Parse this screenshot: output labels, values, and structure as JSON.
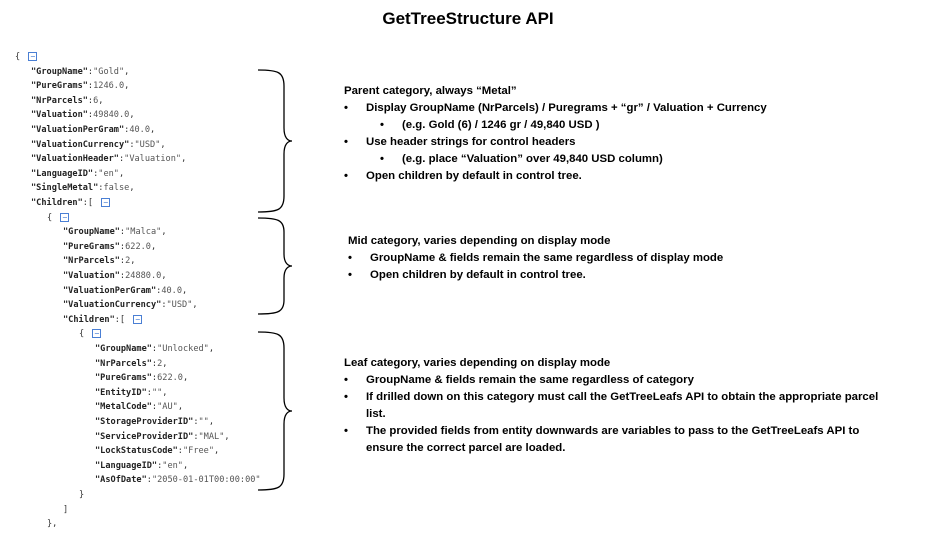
{
  "title": "GetTreeStructure API",
  "json_lines": [
    {
      "indent": 0,
      "parts": [
        [
          "p",
          "{ "
        ]
      ],
      "toggle": true
    },
    {
      "indent": 1,
      "parts": [
        [
          "k",
          "\"GroupName\""
        ],
        [
          "p",
          ":"
        ],
        [
          "s",
          "\"Gold\""
        ],
        [
          "p",
          ","
        ]
      ]
    },
    {
      "indent": 1,
      "parts": [
        [
          "k",
          "\"PureGrams\""
        ],
        [
          "p",
          ":"
        ],
        [
          "n",
          "1246.0"
        ],
        [
          "p",
          ","
        ]
      ]
    },
    {
      "indent": 1,
      "parts": [
        [
          "k",
          "\"NrParcels\""
        ],
        [
          "p",
          ":"
        ],
        [
          "n",
          "6"
        ],
        [
          "p",
          ","
        ]
      ]
    },
    {
      "indent": 1,
      "parts": [
        [
          "k",
          "\"Valuation\""
        ],
        [
          "p",
          ":"
        ],
        [
          "n",
          "49840.0"
        ],
        [
          "p",
          ","
        ]
      ]
    },
    {
      "indent": 1,
      "parts": [
        [
          "k",
          "\"ValuationPerGram\""
        ],
        [
          "p",
          ":"
        ],
        [
          "n",
          "40.0"
        ],
        [
          "p",
          ","
        ]
      ]
    },
    {
      "indent": 1,
      "parts": [
        [
          "k",
          "\"ValuationCurrency\""
        ],
        [
          "p",
          ":"
        ],
        [
          "s",
          "\"USD\""
        ],
        [
          "p",
          ","
        ]
      ]
    },
    {
      "indent": 1,
      "parts": [
        [
          "k",
          "\"ValuationHeader\""
        ],
        [
          "p",
          ":"
        ],
        [
          "s",
          "\"Valuation\""
        ],
        [
          "p",
          ","
        ]
      ]
    },
    {
      "indent": 1,
      "parts": [
        [
          "k",
          "\"LanguageID\""
        ],
        [
          "p",
          ":"
        ],
        [
          "s",
          "\"en\""
        ],
        [
          "p",
          ","
        ]
      ]
    },
    {
      "indent": 1,
      "parts": [
        [
          "k",
          "\"SingleMetal\""
        ],
        [
          "p",
          ":"
        ],
        [
          "n",
          "false"
        ],
        [
          "p",
          ","
        ]
      ]
    },
    {
      "indent": 1,
      "parts": [
        [
          "k",
          "\"Children\""
        ],
        [
          "p",
          ":[ "
        ]
      ],
      "toggle": true
    },
    {
      "indent": 2,
      "parts": [
        [
          "p",
          "{ "
        ]
      ],
      "toggle": true
    },
    {
      "indent": 3,
      "parts": [
        [
          "k",
          "\"GroupName\""
        ],
        [
          "p",
          ":"
        ],
        [
          "s",
          "\"Malca\""
        ],
        [
          "p",
          ","
        ]
      ]
    },
    {
      "indent": 3,
      "parts": [
        [
          "k",
          "\"PureGrams\""
        ],
        [
          "p",
          ":"
        ],
        [
          "n",
          "622.0"
        ],
        [
          "p",
          ","
        ]
      ]
    },
    {
      "indent": 3,
      "parts": [
        [
          "k",
          "\"NrParcels\""
        ],
        [
          "p",
          ":"
        ],
        [
          "n",
          "2"
        ],
        [
          "p",
          ","
        ]
      ]
    },
    {
      "indent": 3,
      "parts": [
        [
          "k",
          "\"Valuation\""
        ],
        [
          "p",
          ":"
        ],
        [
          "n",
          "24880.0"
        ],
        [
          "p",
          ","
        ]
      ]
    },
    {
      "indent": 3,
      "parts": [
        [
          "k",
          "\"ValuationPerGram\""
        ],
        [
          "p",
          ":"
        ],
        [
          "n",
          "40.0"
        ],
        [
          "p",
          ","
        ]
      ]
    },
    {
      "indent": 3,
      "parts": [
        [
          "k",
          "\"ValuationCurrency\""
        ],
        [
          "p",
          ":"
        ],
        [
          "s",
          "\"USD\""
        ],
        [
          "p",
          ","
        ]
      ]
    },
    {
      "indent": 3,
      "parts": [
        [
          "k",
          "\"Children\""
        ],
        [
          "p",
          ":[ "
        ]
      ],
      "toggle": true
    },
    {
      "indent": 4,
      "parts": [
        [
          "p",
          "{ "
        ]
      ],
      "toggle": true
    },
    {
      "indent": 5,
      "parts": [
        [
          "k",
          "\"GroupName\""
        ],
        [
          "p",
          ":"
        ],
        [
          "s",
          "\"Unlocked\""
        ],
        [
          "p",
          ","
        ]
      ]
    },
    {
      "indent": 5,
      "parts": [
        [
          "k",
          "\"NrParcels\""
        ],
        [
          "p",
          ":"
        ],
        [
          "n",
          "2"
        ],
        [
          "p",
          ","
        ]
      ]
    },
    {
      "indent": 5,
      "parts": [
        [
          "k",
          "\"PureGrams\""
        ],
        [
          "p",
          ":"
        ],
        [
          "n",
          "622.0"
        ],
        [
          "p",
          ","
        ]
      ]
    },
    {
      "indent": 5,
      "parts": [
        [
          "k",
          "\"EntityID\""
        ],
        [
          "p",
          ":"
        ],
        [
          "s",
          "\"\""
        ],
        [
          "p",
          ","
        ]
      ]
    },
    {
      "indent": 5,
      "parts": [
        [
          "k",
          "\"MetalCode\""
        ],
        [
          "p",
          ":"
        ],
        [
          "s",
          "\"AU\""
        ],
        [
          "p",
          ","
        ]
      ]
    },
    {
      "indent": 5,
      "parts": [
        [
          "k",
          "\"StorageProviderID\""
        ],
        [
          "p",
          ":"
        ],
        [
          "s",
          "\"\""
        ],
        [
          "p",
          ","
        ]
      ]
    },
    {
      "indent": 5,
      "parts": [
        [
          "k",
          "\"ServiceProviderID\""
        ],
        [
          "p",
          ":"
        ],
        [
          "s",
          "\"MAL\""
        ],
        [
          "p",
          ","
        ]
      ]
    },
    {
      "indent": 5,
      "parts": [
        [
          "k",
          "\"LockStatusCode\""
        ],
        [
          "p",
          ":"
        ],
        [
          "s",
          "\"Free\""
        ],
        [
          "p",
          ","
        ]
      ]
    },
    {
      "indent": 5,
      "parts": [
        [
          "k",
          "\"LanguageID\""
        ],
        [
          "p",
          ":"
        ],
        [
          "s",
          "\"en\""
        ],
        [
          "p",
          ","
        ]
      ]
    },
    {
      "indent": 5,
      "parts": [
        [
          "k",
          "\"AsOfDate\""
        ],
        [
          "p",
          ":"
        ],
        [
          "s",
          "\"2050-01-01T00:00:00\""
        ]
      ]
    },
    {
      "indent": 4,
      "parts": [
        [
          "p",
          "}"
        ]
      ]
    },
    {
      "indent": 3,
      "parts": [
        [
          "p",
          "]"
        ]
      ]
    },
    {
      "indent": 2,
      "parts": [
        [
          "p",
          "},"
        ]
      ]
    }
  ],
  "notes": [
    {
      "heading": "Parent category, always “Metal”",
      "items": [
        {
          "level": 1,
          "text": "Display GroupName (NrParcels)  /   Puregrams + “gr” / Valuation + Currency"
        },
        {
          "level": 2,
          "text": "(e.g.  Gold (6)   / 1246 gr  / 49,840 USD )"
        },
        {
          "level": 1,
          "text": "Use header strings for control headers"
        },
        {
          "level": 2,
          "text": "(e.g. place “Valuation” over 49,840 USD column)"
        },
        {
          "level": 1,
          "text": "Open children by default in control tree."
        }
      ]
    },
    {
      "heading": "Mid category, varies depending on display mode",
      "items": [
        {
          "level": 1,
          "text": "GroupName & fields remain the same regardless of display mode"
        },
        {
          "level": 1,
          "text": "Open children by default in control tree."
        }
      ]
    },
    {
      "heading": "Leaf category, varies depending on display mode",
      "items": [
        {
          "level": 1,
          "text": "GroupName & fields remain the same regardless of category"
        },
        {
          "level": 1,
          "text": "If drilled down on this category must call the GetTreeLeafs API to obtain the appropriate parcel list."
        },
        {
          "level": 1,
          "text": "The provided fields from entity downwards are variables to pass to the GetTreeLeafs API to ensure the correct parcel are loaded."
        }
      ]
    }
  ],
  "toggle_symbol": "−"
}
